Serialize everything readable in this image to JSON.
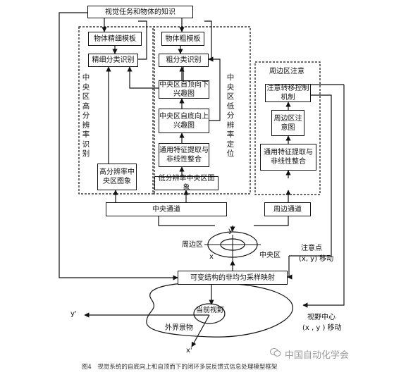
{
  "boxes": {
    "knowledge": "视觉任务和物体的知识",
    "fine_template": "物体精细模板",
    "fine_classify": "精细分类识别",
    "coarse_template": "物体粗模板",
    "coarse_classify": "粗分类识别",
    "topdown_saliency": "中央区自顶向下兴趣图",
    "bottomup_saliency": "中央区自底向上兴趣图",
    "features_center": "通用特征提取与非线性整合",
    "low_res_image": "低分辨率中央区图象",
    "high_res_image": "高分辨率中央区图象",
    "attention_shift": "注意转移控制机制",
    "periphery_attention": "周边区注意图",
    "features_periphery": "通用特征提取与非线性整合",
    "center_channel": "中央通道",
    "periphery_channel": "周边通道",
    "mapping": "可变结构的非均匀采样映射"
  },
  "region_labels": {
    "center_high_res": "中央区高分辨率识别",
    "center_low_res": "中央区低分辨率定位",
    "periphery_attention_area": "周边区注意"
  },
  "labels": {
    "periphery_zone": "周边区",
    "center_zone": "中央区",
    "axis_x": "x",
    "axis_y": "y",
    "attention_point_1": "注意点",
    "attention_point_2": "(x, y) 移动",
    "fov_center_1": "视野中心",
    "fov_center_2": "(x , y ) 移动",
    "current_fov": "当前视野",
    "outer_scene": "外界景物",
    "axis_x_prime": "x'",
    "axis_y_prime": "y'"
  },
  "caption": "图4　视觉系统的自底向上和自顶而下的闭环多层反馈式信息处理模型框架",
  "watermark": "中国自动化学会"
}
